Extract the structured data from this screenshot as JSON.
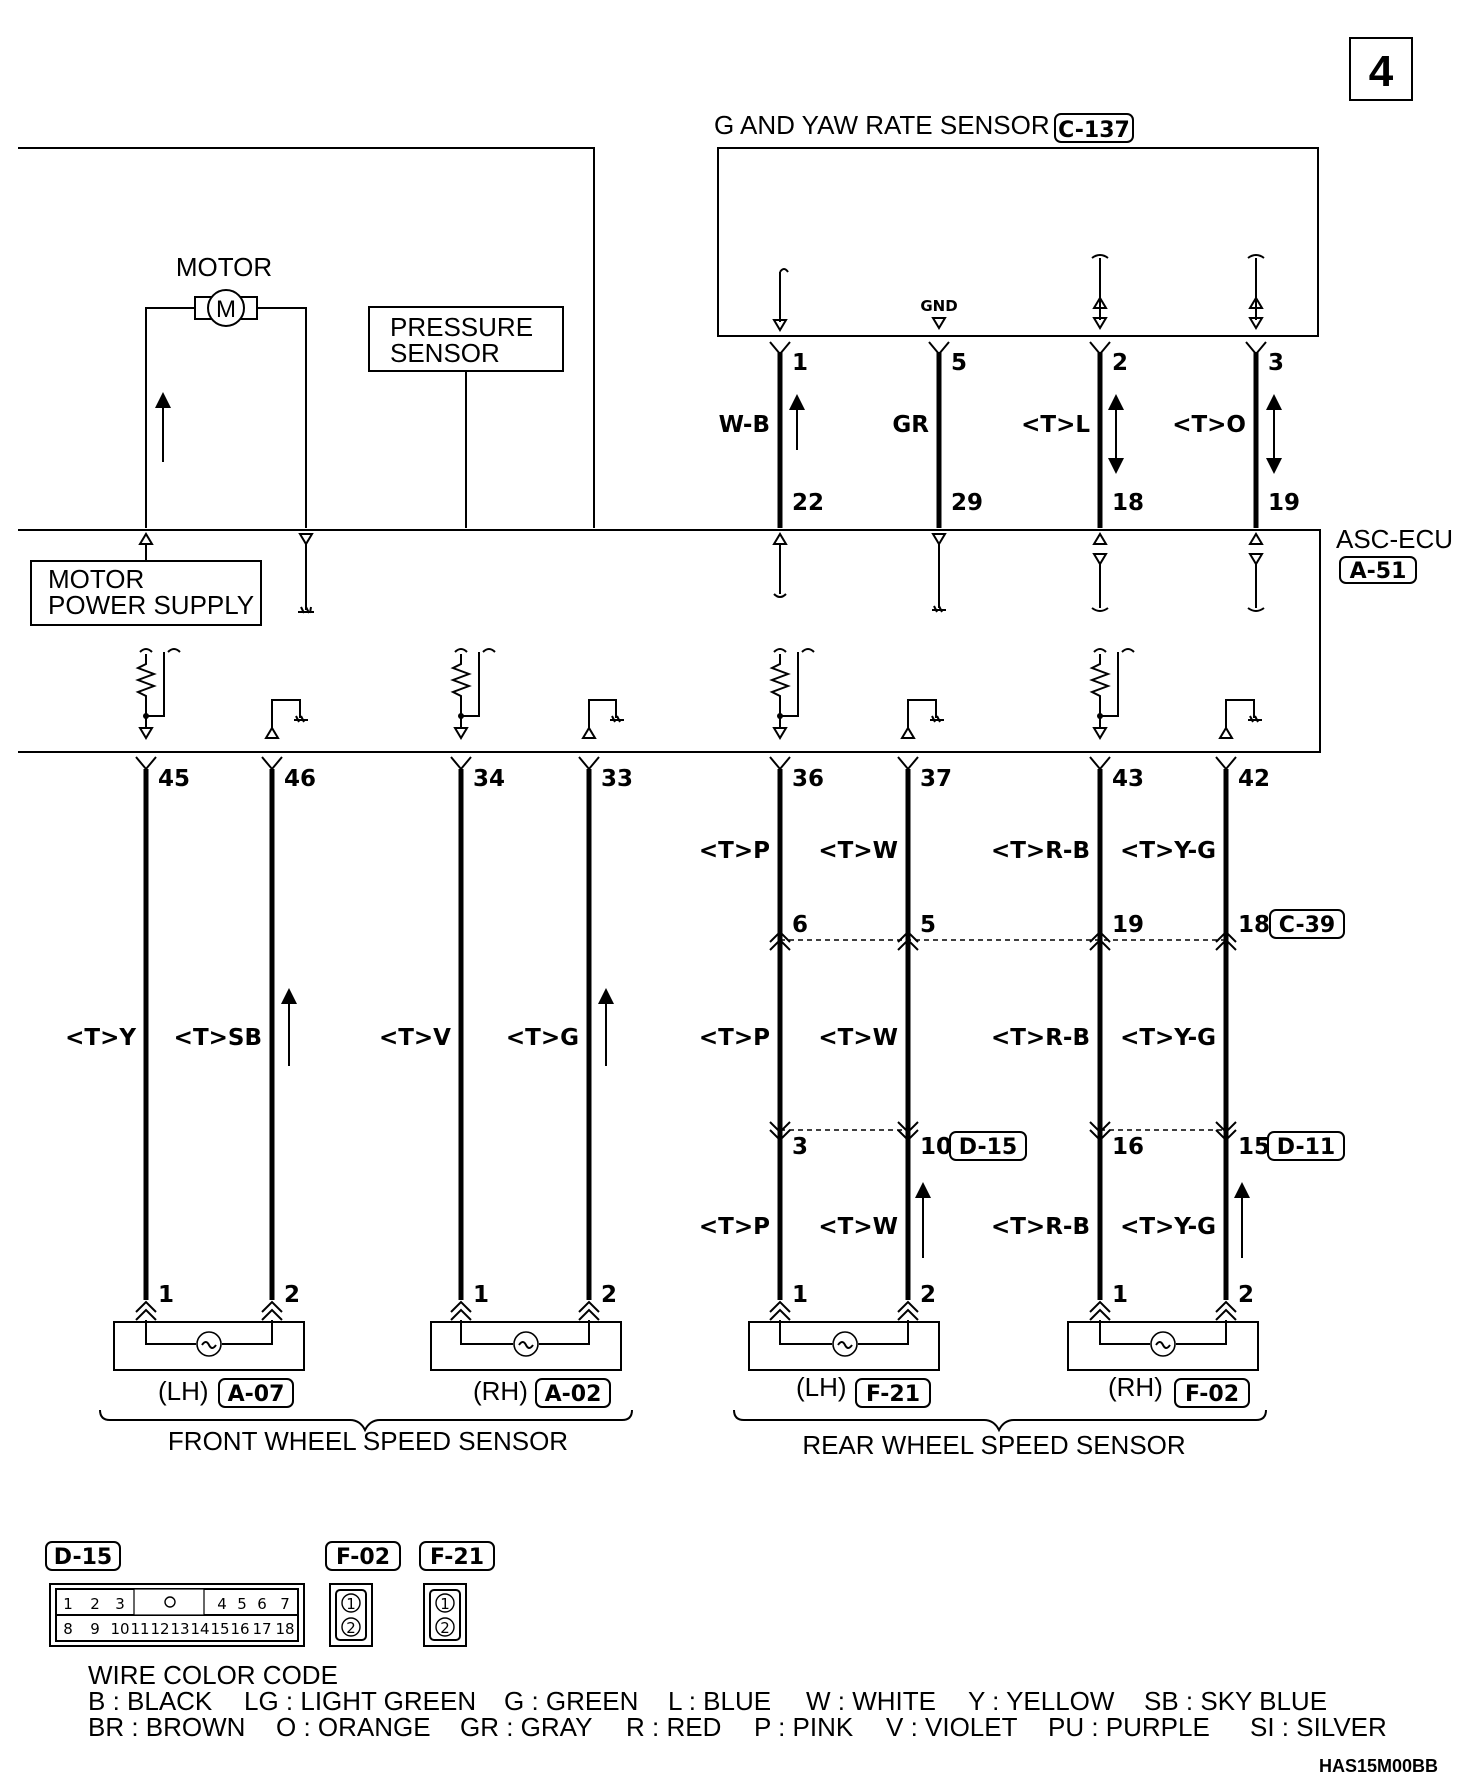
{
  "page_number": "4",
  "doc_code": "HAS15M00BB",
  "g_yaw": {
    "title": "G AND YAW RATE SENSOR",
    "connector": "C-137",
    "gnd_label": "GND",
    "pins_top": [
      "1",
      "5",
      "2",
      "3"
    ],
    "wire_colors": [
      "W-B",
      "GR",
      "<T>L",
      "<T>O"
    ],
    "pins_ecu": [
      "22",
      "29",
      "18",
      "19"
    ]
  },
  "motor": {
    "label": "MOTOR",
    "symbol": "M"
  },
  "pressure_sensor": {
    "line1": "PRESSURE",
    "line2": "SENSOR"
  },
  "motor_power_supply": {
    "line1": "MOTOR",
    "line2": "POWER SUPPLY"
  },
  "asc_ecu": {
    "label": "ASC-ECU",
    "connector": "A-51"
  },
  "ecu_pins_bottom": [
    "45",
    "46",
    "34",
    "33",
    "36",
    "37",
    "43",
    "42"
  ],
  "front_wires": [
    "<T>Y",
    "<T>SB",
    "<T>V",
    "<T>G"
  ],
  "rear": {
    "wire_colors_top": [
      "<T>P",
      "<T>W",
      "<T>R-B",
      "<T>Y-G"
    ],
    "c39_pins": [
      "6",
      "5",
      "19",
      "18"
    ],
    "c39_connector": "C-39",
    "wire_colors_mid": [
      "<T>P",
      "<T>W",
      "<T>R-B",
      "<T>Y-G"
    ],
    "d_pins": [
      "3",
      "10",
      "16",
      "15"
    ],
    "d15_connector": "D-15",
    "d11_connector": "D-11",
    "wire_colors_low": [
      "<T>P",
      "<T>W",
      "<T>R-B",
      "<T>Y-G"
    ]
  },
  "sensor_pins": [
    "1",
    "2"
  ],
  "front_sensor": {
    "lh_side": "(LH)",
    "lh_connector": "A-07",
    "rh_side": "(RH)",
    "rh_connector": "A-02",
    "title": "FRONT WHEEL SPEED SENSOR"
  },
  "rear_sensor": {
    "lh_side": "(LH)",
    "lh_connector": "F-21",
    "rh_side": "(RH)",
    "rh_connector": "F-02",
    "title": "REAR WHEEL SPEED SENSOR"
  },
  "legend_connectors": {
    "d15": "D-15",
    "f02": "F-02",
    "f21": "F-21",
    "d15_pins_top": [
      "1",
      "2",
      "3",
      "4",
      "5",
      "6",
      "7"
    ],
    "d15_pins_bottom": [
      "8",
      "9",
      "10",
      "11",
      "12",
      "13",
      "14",
      "15",
      "16",
      "17",
      "18"
    ],
    "two_pin": [
      "1",
      "2"
    ]
  },
  "wire_color_code": {
    "title": "WIRE COLOR CODE",
    "row1": [
      "B : BLACK",
      "LG : LIGHT GREEN",
      "G : GREEN",
      "L : BLUE",
      "W : WHITE",
      "Y : YELLOW",
      "SB : SKY BLUE"
    ],
    "row2": [
      "BR : BROWN",
      "O : ORANGE",
      "GR : GRAY",
      "R : RED",
      "P : PINK",
      "V : VIOLET",
      "PU : PURPLE",
      "SI : SILVER"
    ]
  }
}
